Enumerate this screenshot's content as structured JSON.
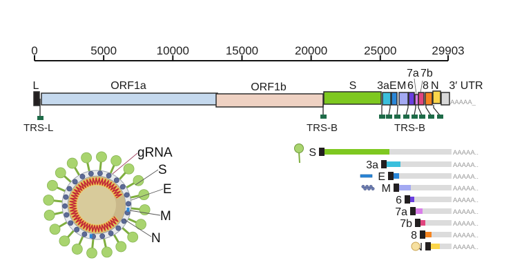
{
  "axis": {
    "min": 0,
    "max": 29903,
    "ticks": [
      {
        "value": 0,
        "label": "0"
      },
      {
        "value": 5000,
        "label": "5000"
      },
      {
        "value": 10000,
        "label": "10000"
      },
      {
        "value": 15000,
        "label": "15000"
      },
      {
        "value": 20000,
        "label": "20000"
      },
      {
        "value": 25000,
        "label": "25000"
      },
      {
        "value": 29903,
        "label": "29903"
      }
    ]
  },
  "genome": {
    "segments": [
      {
        "id": "L",
        "label": "L",
        "start": 0,
        "end": 400,
        "color": "#231f20",
        "tall": true
      },
      {
        "id": "orf1a",
        "label": "ORF1a",
        "start": 450,
        "end": 13150,
        "color": "#c5d9ee",
        "tall": false
      },
      {
        "id": "orf1b",
        "label": "ORF1b",
        "start": 13150,
        "end": 21080,
        "color": "#efd2c3",
        "tall": true
      },
      {
        "id": "S",
        "label": "S",
        "start": 21180,
        "end": 25100,
        "color": "#7ec820",
        "tall": true
      },
      {
        "id": "3a",
        "label": "3a",
        "start": 25250,
        "end": 25800,
        "color": "#3bbfdc",
        "tall": true
      },
      {
        "id": "E",
        "label": "E",
        "start": 25950,
        "end": 26300,
        "color": "#2a86d8",
        "tall": true
      },
      {
        "id": "M",
        "label": "M",
        "start": 26450,
        "end": 27100,
        "color": "#a3a9f2",
        "tall": true
      },
      {
        "id": "6",
        "label": "6",
        "start": 27150,
        "end": 27550,
        "color": "#6a3fe0",
        "tall": true
      },
      {
        "id": "7a",
        "label": "7a",
        "start": 27550,
        "end": 27900,
        "color": "#d97ee8",
        "tall": true
      },
      {
        "id": "7b",
        "label": "7b",
        "start": 27900,
        "end": 28300,
        "color": "#e0457e",
        "tall": true
      },
      {
        "id": "8",
        "label": "8",
        "start": 28350,
        "end": 28850,
        "color": "#f5841f",
        "tall": true
      },
      {
        "id": "N",
        "label": "N",
        "start": 28950,
        "end": 29500,
        "color": "#fbd54a",
        "tall": true
      },
      {
        "id": "utr3",
        "label": "3′ UTR",
        "start": 29550,
        "end": 29903,
        "color": "#d8d8d8",
        "tall": true
      }
    ],
    "poly_a": "AAAAA_",
    "trs_l_label": "TRS-L",
    "trs_b_label_1": "TRS-B",
    "trs_b_label_2": "TRS-B"
  },
  "virion": {
    "labels": [
      "gRNA",
      "S",
      "E",
      "M",
      "N"
    ]
  },
  "sgrnas": {
    "poly_a": "AAAAA..",
    "rows": [
      {
        "label": "S",
        "icon": "spike-icon",
        "color": "#7ec820",
        "orf_fraction": 1.0
      },
      {
        "label": "3a",
        "icon": "",
        "color": "#3bbfdc",
        "orf_fraction": 0.12
      },
      {
        "label": "E",
        "icon": "envelope-protein-icon",
        "color": "#2a86d8",
        "orf_fraction": 0.05
      },
      {
        "label": "M",
        "icon": "membrane-protein-icon",
        "color": "#a3a9f2",
        "orf_fraction": 0.12
      },
      {
        "label": "6",
        "icon": "",
        "color": "#6a3fe0",
        "orf_fraction": 0.04
      },
      {
        "label": "7a",
        "icon": "",
        "color": "#d97ee8",
        "orf_fraction": 0.07
      },
      {
        "label": "7b",
        "icon": "",
        "color": "#e0457e",
        "orf_fraction": 0.05
      },
      {
        "label": "8",
        "icon": "",
        "color": "#f5841f",
        "orf_fraction": 0.08
      },
      {
        "label": "N",
        "icon": "nucleocapsid-icon",
        "color": "#fbd54a",
        "orf_fraction": 0.2
      }
    ]
  },
  "colors": {
    "trs": "#1e6b48",
    "leader": "#231f20",
    "grey_body": "#dcdcdc",
    "spike_green": "#a9d46f",
    "outline": "#333333"
  }
}
